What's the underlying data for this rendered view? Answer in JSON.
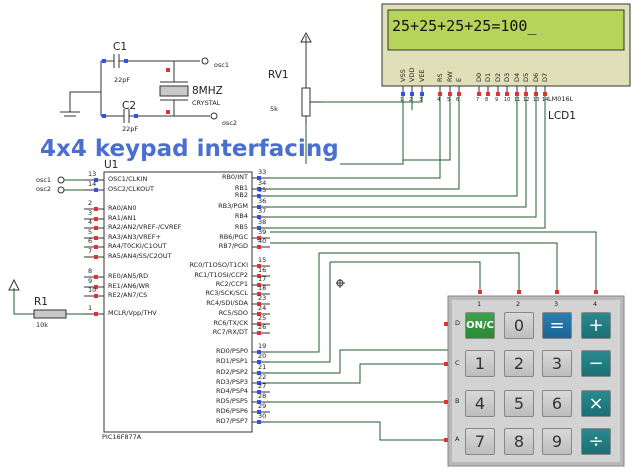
{
  "title": "4x4 keypad interfacing",
  "lcd": {
    "display": "25+25+25+25=100_",
    "ref": "LCD1",
    "part": "LM016L",
    "pins": [
      "VSS",
      "VDD",
      "VEE",
      "RS",
      "RW",
      "E",
      "D0",
      "D1",
      "D2",
      "D3",
      "D4",
      "D5",
      "D6",
      "D7"
    ],
    "pin_numbers": [
      "1",
      "2",
      "3",
      "4",
      "5",
      "6",
      "7",
      "8",
      "9",
      "10",
      "11",
      "12",
      "13",
      "14"
    ]
  },
  "crystal": {
    "c1_ref": "C1",
    "c1_val": "22pF",
    "c2_ref": "C2",
    "c2_val": "22pF",
    "x_val": "8MHZ",
    "x_type": "CRYSTAL",
    "osc1": "osc1",
    "osc2": "osc2"
  },
  "pot": {
    "ref": "RV1",
    "val": "5k"
  },
  "resistor": {
    "ref": "R1",
    "val": "10k"
  },
  "mcu": {
    "ref": "U1",
    "part": "PIC16F877A",
    "left_pins": [
      {
        "n": "13",
        "name": "OSC1/CLKIN"
      },
      {
        "n": "14",
        "name": "OSC2/CLKOUT"
      },
      {
        "n": "2",
        "name": "RA0/AN0"
      },
      {
        "n": "3",
        "name": "RA1/AN1"
      },
      {
        "n": "4",
        "name": "RA2/AN2/VREF-/CVREF"
      },
      {
        "n": "5",
        "name": "RA3/AN3/VREF+"
      },
      {
        "n": "6",
        "name": "RA4/T0CKI/C1OUT"
      },
      {
        "n": "7",
        "name": "RA5/AN4/SS/C2OUT"
      },
      {
        "n": "8",
        "name": "RE0/AN5/RD"
      },
      {
        "n": "9",
        "name": "RE1/AN6/WR"
      },
      {
        "n": "10",
        "name": "RE2/AN7/CS"
      },
      {
        "n": "1",
        "name": "MCLR/Vpp/THV"
      }
    ],
    "left_ext": [
      "osc1",
      "osc2"
    ],
    "right_pins": [
      {
        "n": "33",
        "name": "RB0/INT"
      },
      {
        "n": "34",
        "name": "RB1"
      },
      {
        "n": "35",
        "name": "RB2"
      },
      {
        "n": "36",
        "name": "RB3/PGM"
      },
      {
        "n": "37",
        "name": "RB4"
      },
      {
        "n": "38",
        "name": "RB5"
      },
      {
        "n": "39",
        "name": "RB6/PGC"
      },
      {
        "n": "40",
        "name": "RB7/PGD"
      },
      {
        "n": "15",
        "name": "RC0/T1OSO/T1CKI"
      },
      {
        "n": "16",
        "name": "RC1/T1OSI/CCP2"
      },
      {
        "n": "17",
        "name": "RC2/CCP1"
      },
      {
        "n": "18",
        "name": "RC3/SCK/SCL"
      },
      {
        "n": "23",
        "name": "RC4/SDI/SDA"
      },
      {
        "n": "24",
        "name": "RC5/SDO"
      },
      {
        "n": "25",
        "name": "RC6/TX/CK"
      },
      {
        "n": "26",
        "name": "RC7/RX/DT"
      },
      {
        "n": "19",
        "name": "RD0/PSP0"
      },
      {
        "n": "20",
        "name": "RD1/PSP1"
      },
      {
        "n": "21",
        "name": "RD2/PSP2"
      },
      {
        "n": "22",
        "name": "RD3/PSP3"
      },
      {
        "n": "27",
        "name": "RD4/PSP4"
      },
      {
        "n": "28",
        "name": "RD5/PSP5"
      },
      {
        "n": "29",
        "name": "RD6/PSP6"
      },
      {
        "n": "30",
        "name": "RD7/PSP7"
      }
    ]
  },
  "keypad": {
    "col_labels": [
      "1",
      "2",
      "3",
      "4"
    ],
    "row_labels": [
      "D",
      "C",
      "B",
      "A"
    ],
    "keys": [
      [
        "ON/C",
        "0",
        "=",
        "+"
      ],
      [
        "1",
        "2",
        "3",
        "−"
      ],
      [
        "4",
        "5",
        "6",
        "×"
      ],
      [
        "7",
        "8",
        "9",
        "÷"
      ]
    ],
    "key_colors": {
      "digit": "#cfcfcf",
      "op": "#1f73a6",
      "on": "#37993f",
      "eq": "#248a90"
    }
  }
}
